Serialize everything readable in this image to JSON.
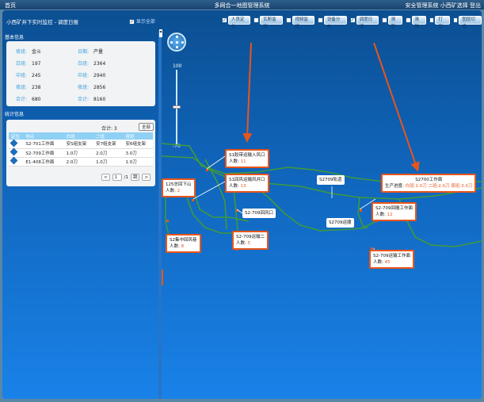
{
  "window": {
    "left_label": "首页",
    "title": "多网合一地图管理系统",
    "right_label": "安全管理系统 小西矿选择 登出"
  },
  "toolbar": {
    "breadcrumb": "小西矿井下实时监控 - 调度日报",
    "show_all_label": "显示全部",
    "buttons": [
      {
        "label": "人员定位",
        "checked": true
      },
      {
        "label": "瓦斯监测",
        "checked": false
      },
      {
        "label": "视频监控",
        "checked": false
      },
      {
        "label": "设备分布",
        "checked": false
      },
      {
        "label": "调度日报",
        "checked": true
      },
      {
        "label": "测距",
        "checked": false
      },
      {
        "label": "清除",
        "checked": false
      },
      {
        "label": "打印",
        "checked": false
      },
      {
        "label": "图层切换",
        "checked": false
      }
    ]
  },
  "basic": {
    "header": "基本信息",
    "rows": [
      [
        {
          "k": "夜班:",
          "v": "金斗"
        },
        {
          "k": "日期:",
          "v": "产量"
        }
      ],
      [
        {
          "k": "白班:",
          "v": "197"
        },
        {
          "k": "白班:",
          "v": "2364"
        }
      ],
      [
        {
          "k": "中班:",
          "v": "245"
        },
        {
          "k": "中班:",
          "v": "2940"
        }
      ],
      [
        {
          "k": "夜班:",
          "v": "238"
        },
        {
          "k": "夜班:",
          "v": "2856"
        }
      ],
      [
        {
          "k": "合计:",
          "v": "680"
        },
        {
          "k": "合计:",
          "v": "8160"
        }
      ]
    ]
  },
  "stats": {
    "header": "统计信息",
    "total": "合计: 3",
    "all_button": "全部",
    "columns": [
      "定位",
      "地点",
      "白班",
      "二班",
      "夜班"
    ],
    "rows": [
      [
        "S2-701工作面",
        "安S组支架",
        "安7组支架",
        "安6组支架"
      ],
      [
        "S2-709工作面",
        "1.0刀",
        "2.0刀",
        "3.0刀"
      ],
      [
        "E1-408工作面",
        "2.0刀",
        "1.0刀",
        "1.0刀"
      ]
    ],
    "pager": {
      "prev": "<",
      "page": "1",
      "of": "/1",
      "jump": "跳",
      "next": ">"
    }
  },
  "zoom": {
    "max": "100",
    "min": "-70",
    "value": 0.47
  },
  "map": {
    "labels": [
      {
        "id": "s1-entrance",
        "title": "S1胶带运输入风口",
        "people_label": "人数:",
        "people": "11",
        "orange": true
      },
      {
        "id": "s1-return",
        "title": "S1回风运输风井口",
        "people_label": "人数:",
        "people": "13",
        "orange": true
      },
      {
        "id": "left-cut",
        "title": "125总回下山",
        "people_label": "人数:",
        "people": "2",
        "orange": true
      },
      {
        "id": "s2-709-window",
        "title": "S2-709回风口",
        "orange": false
      },
      {
        "id": "s2-709-rail",
        "title": "S2709轨道",
        "orange": false
      },
      {
        "id": "s2-709-belt",
        "title": "S2709运顺",
        "orange": false
      },
      {
        "id": "s2-709-work",
        "title": "S2-709回撤工作面",
        "people_label": "人数:",
        "people": "12",
        "orange": true
      },
      {
        "id": "s2-700-face",
        "title": "S2700工作面",
        "prod_label": "生产进度:",
        "prod": "白班:1.0刀 二班:2.0刀 夜班:3.0刀",
        "orange": true
      },
      {
        "id": "s2-mid",
        "title": "S2集中回风巷",
        "people_label": "人数:",
        "people": "8",
        "orange": true
      },
      {
        "id": "s2-709-mine",
        "title": "S2-709运输二",
        "people_label": "人数:",
        "people": "5",
        "orange": true
      },
      {
        "id": "s2-709-pick",
        "title": "S2-709运输工作面",
        "people_label": "人数:",
        "people": "45",
        "orange": true
      }
    ]
  },
  "colors": {
    "accent": "#e8551c",
    "panel": "#f1f3f4",
    "table_header": "#8fd0f5",
    "tunnel": "#3f9a3a"
  }
}
